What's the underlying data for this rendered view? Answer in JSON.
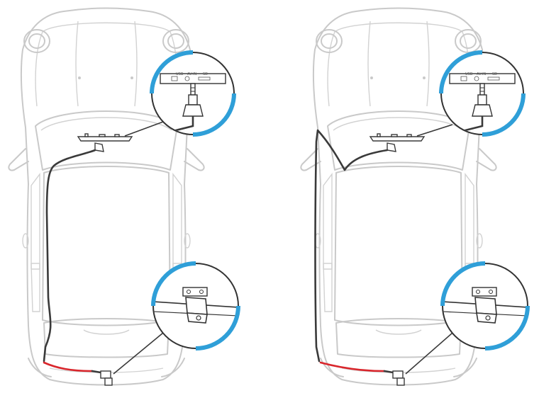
{
  "diagram": {
    "panels": [
      {
        "id": "left",
        "routing": "cable routed along passenger side from mirror to rear camera"
      },
      {
        "id": "right",
        "routing": "cable routed along A-pillar and roof edge to rear camera"
      }
    ],
    "port_labels": [
      "USB",
      "AV-IN",
      "SD"
    ],
    "colors": {
      "accent_arc": "#2f9fd8",
      "cable": "#3a3a3a",
      "power_cable": "#d9262c",
      "car_outline": "#c9c9c9"
    }
  }
}
